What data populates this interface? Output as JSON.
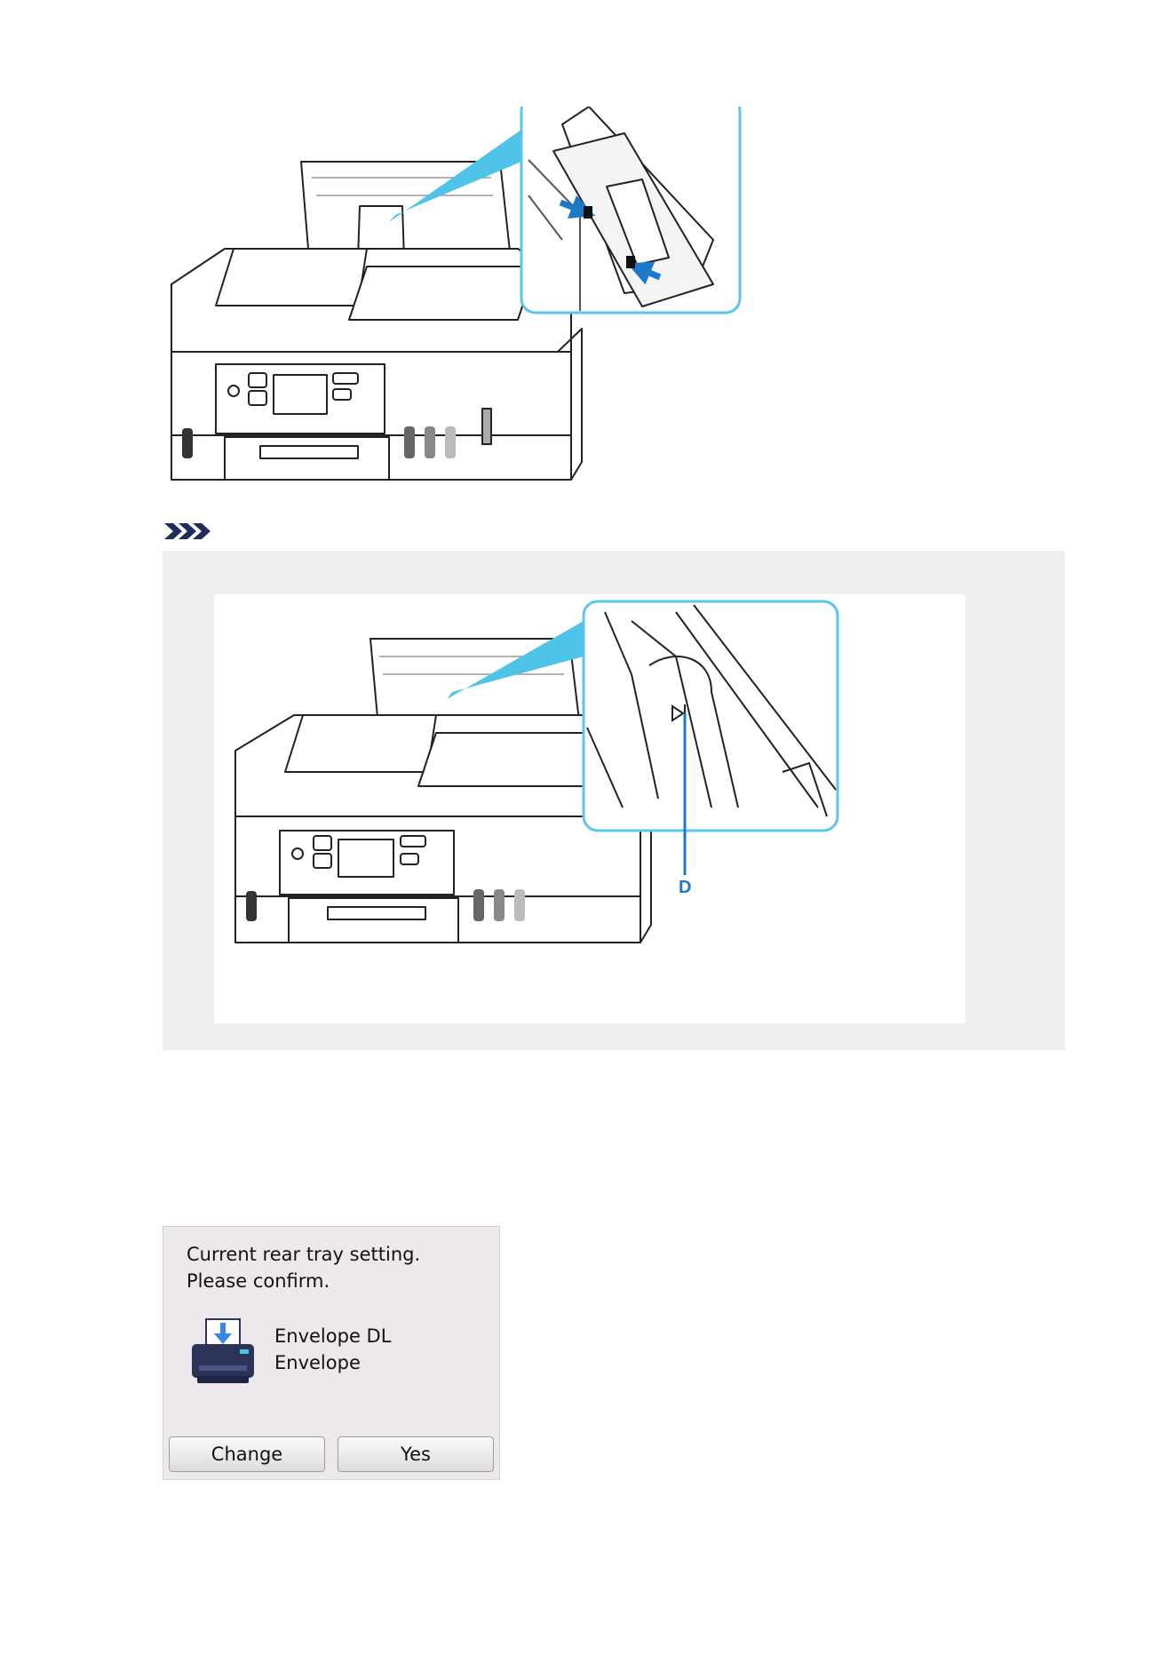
{
  "figures": {
    "callout_label": "D"
  },
  "note": {
    "icon": "note-chevrons-icon"
  },
  "lcd": {
    "message_line1": "Current rear tray setting.",
    "message_line2": "Please confirm.",
    "paper_size": "Envelope DL",
    "paper_type": "Envelope",
    "icon": "rear-tray-paper-icon",
    "buttons": {
      "change": "Change",
      "yes": "Yes"
    }
  }
}
